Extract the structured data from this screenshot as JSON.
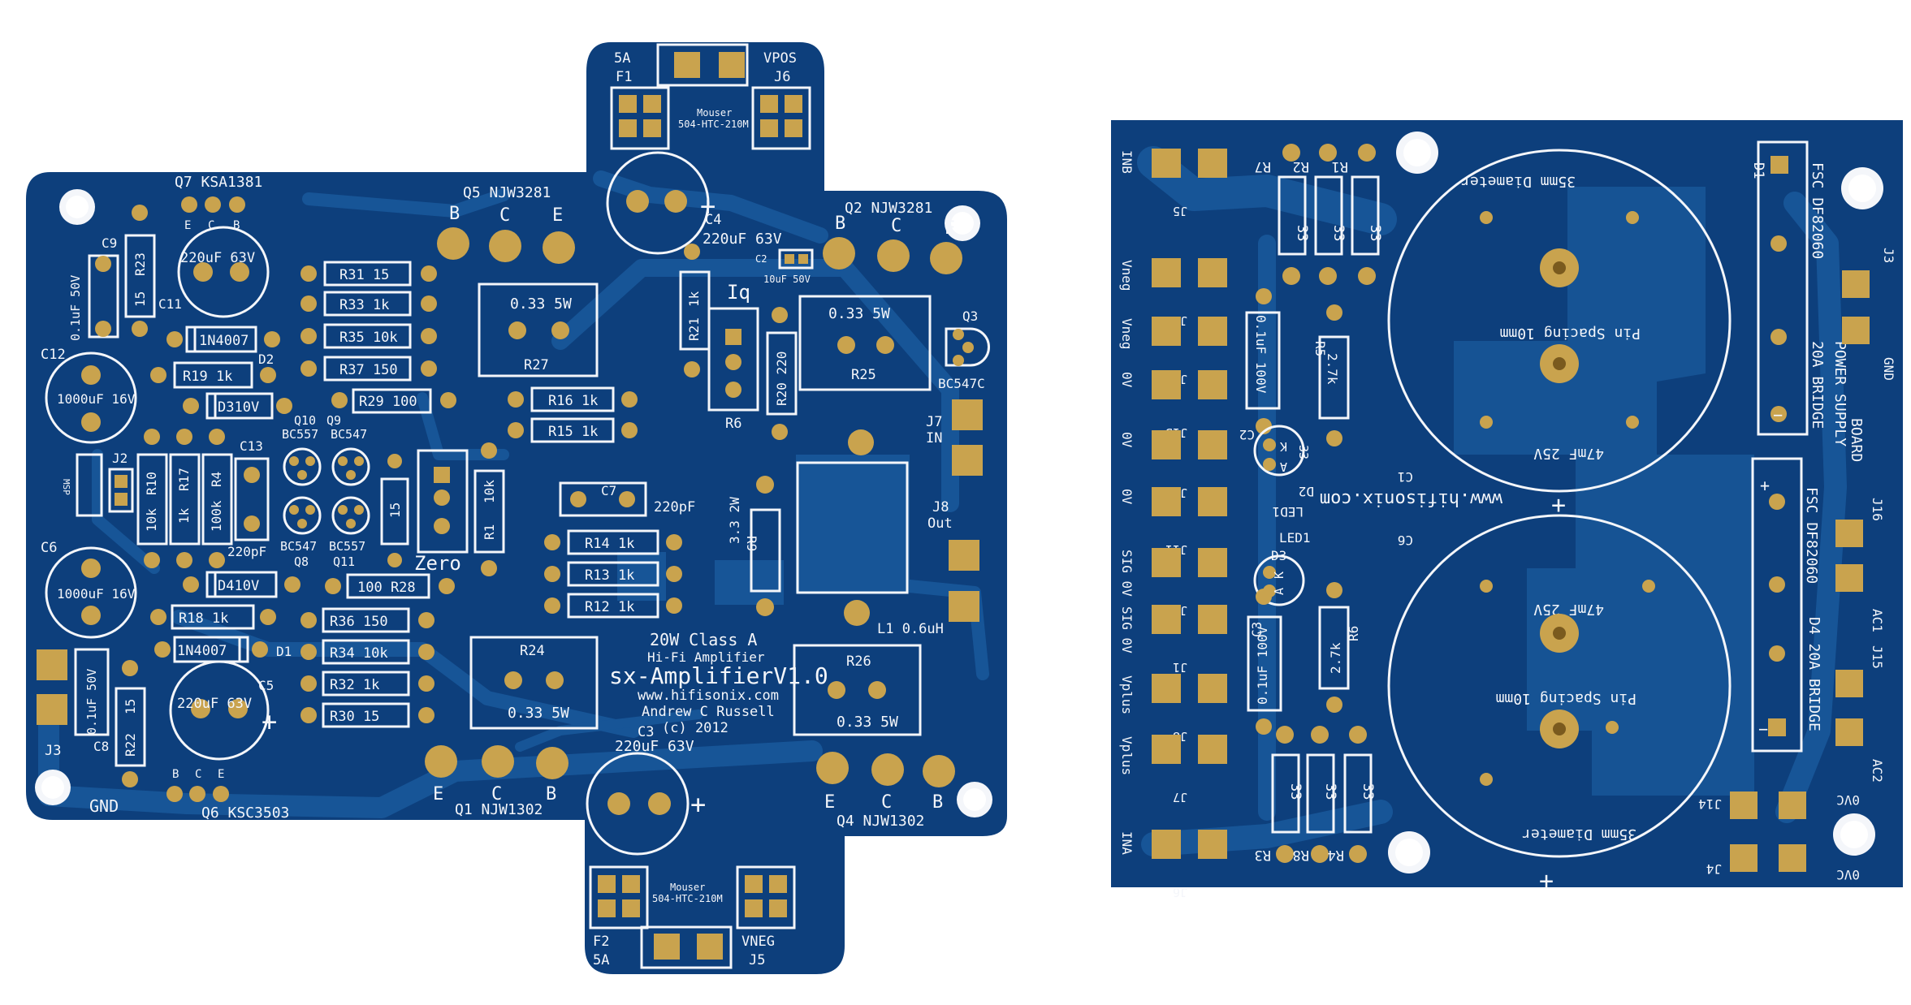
{
  "colors": {
    "background": "#ffffff",
    "board": "#0d3f7c",
    "trace": "#175597",
    "silkscreen": "#f4f6fa",
    "pad": "#c9a34e",
    "pad_dark": "#7a5a1e"
  },
  "amp_board": {
    "title1": "20W Class A",
    "title2": "Hi-Fi Amplifier",
    "title3": "sx-AmplifierV1.0",
    "url": "www.hifisonix.com",
    "author": "Andrew C Russell",
    "copyright": "(c) 2012",
    "top_tab": {
      "fuse": "F1",
      "fuse_rating": "5A",
      "conn": "J6",
      "conn_label": "VPOS",
      "mouser1": "Mouser",
      "mouser2": "504-HTC-210M"
    },
    "bottom_tab": {
      "fuse": "F2",
      "fuse_rating": "5A",
      "conn": "J5",
      "conn_label": "VNEG",
      "mouser1": "Mouser",
      "mouser2": "504-HTC-210M"
    },
    "c4": {
      "ref": "C4",
      "value": "220uF 63V",
      "plus": "+"
    },
    "c3": {
      "ref": "C3",
      "value": "220uF 63V",
      "plus": "+"
    },
    "transistors": {
      "q7": "Q7 KSA1381",
      "q5": "Q5 NJW3281",
      "q2": "Q2 NJW3281",
      "q1": "Q1 NJW1302",
      "q4": "Q4 NJW1302",
      "q6": "Q6 KSC3503",
      "q3": "Q3",
      "bc547c": "BC547C",
      "q10": "Q10",
      "q9": "Q9",
      "bc557": "BC557",
      "bc547": "BC547",
      "q8": "Q8",
      "q11": "Q11",
      "bc547b": "BC547",
      "bc557b": "BC557"
    },
    "pins": {
      "b": "B",
      "c": "C",
      "e": "E"
    },
    "caps": {
      "c9": "C9",
      "c9v": "0.1uF 50V",
      "c11": "C11",
      "c11v": "220uF 63V",
      "c12": "C12",
      "c12v": "1000uF 16V",
      "c6": "C6",
      "c6v": "1000uF 16V",
      "c5": "C5",
      "c5v": "220uF 63V",
      "c8": "C8",
      "c8v": "0.1uF 50V",
      "c13": "C13",
      "c13v": "220pF",
      "c7": "C7",
      "c7v": "220pF",
      "c2": "C2",
      "c2v": "10uF 50V"
    },
    "resistors": {
      "r23": "R23",
      "r23v": "15",
      "r31": "R31  15",
      "r33": "R33 1k",
      "r35": "R35 10k",
      "r37": "R37 150",
      "r19": "R19  1k",
      "r29": "R29  100",
      "r10": "R10",
      "r10v": "10k",
      "r17": "R17",
      "r17v": "1k",
      "r4": "R4",
      "r4v": "100k",
      "r1": "R1",
      "r1v": "10k",
      "r15b": "15",
      "r16": "R16 1k",
      "r15": "R15 1k",
      "r14": "R14  1k",
      "r13": "R13  1k",
      "r12": "R12  1k",
      "r21": "R21",
      "r21v": "1k",
      "r20": "R20 220",
      "r9": "R9",
      "r9v": "3.3 2W",
      "r27": "R27",
      "r27v": "0.33 5W",
      "r25": "R25",
      "r25v": "0.33 5W",
      "r24": "R24",
      "r24v": "0.33 5W",
      "r26": "R26",
      "r26v": "0.33 5W",
      "r18": "R18  1k",
      "r28": "100 R28",
      "r36": "R36 150",
      "r34": "R34 10k",
      "r32": "R32  1k",
      "r30": "R30  15",
      "r22": "R22",
      "r22v": "15"
    },
    "diodes": {
      "d2": "D2",
      "d2v": "1N4007",
      "d3": "D310V",
      "d4": "D410V",
      "d1": "D1",
      "d1v": "1N4007"
    },
    "misc": {
      "iq": "Iq",
      "r6": "R6",
      "zero": "Zero",
      "j2": "J2",
      "j3": "J3",
      "gnd": "GND",
      "j7": "J7",
      "j7l": "IN",
      "j8": "J8",
      "j8l": "Out",
      "l1": "L1 0.6uH",
      "mosfet": "MSP"
    }
  },
  "psu_board": {
    "www": "www.hifisonix.com",
    "power_supply": "POWER SUPPLY",
    "board": "BOARD",
    "bridge1": "FSC DF82060",
    "bridge1_ref": "D1",
    "bridge1_note": "20A BRIDGE",
    "bridge2": "FSC DF82060",
    "bridge2_note": "D4 20A BRIDGE",
    "cap_dia": "35mm Diameter",
    "cap_spacing": "Pin Spacing 10mm",
    "cap_value": "47mF 25V",
    "c1": "C1",
    "c6": "C6",
    "c2": "C2",
    "c2v": "0.1uF 100V",
    "c3": "C3",
    "c3v": "0.1uF 100V",
    "r5": "R5",
    "r5v": "2.7k",
    "r6": "R6",
    "r6v": "2.7k",
    "r_val": "33",
    "r7": "R7",
    "r2": "R2",
    "r1": "R1",
    "r3": "R3",
    "r8": "R8",
    "r4": "R4",
    "led1": "LED1",
    "d2": "D2",
    "d3": "D3",
    "led_a": "A",
    "led_k": "K",
    "left_labels": [
      "INB",
      "Vneg",
      "Vneg",
      "0V",
      "0V",
      "0V",
      "SIG 0V",
      "SIG 0V",
      "Vplus",
      "Vplus",
      "INA"
    ],
    "j_labels": [
      "J5",
      "J10",
      "J9",
      "J13",
      "J12",
      "J11",
      "J2",
      "J1",
      "J8",
      "J7",
      "J6"
    ],
    "right": {
      "j3": "J3",
      "gnd": "GND",
      "j16": "J16",
      "ac1": "AC1",
      "j15": "J15",
      "ac2": "AC2",
      "j14": "J14",
      "ovc": "0VC",
      "j4": "J4",
      "ovc2": "0VC"
    },
    "plus": "+",
    "minus": "−"
  }
}
